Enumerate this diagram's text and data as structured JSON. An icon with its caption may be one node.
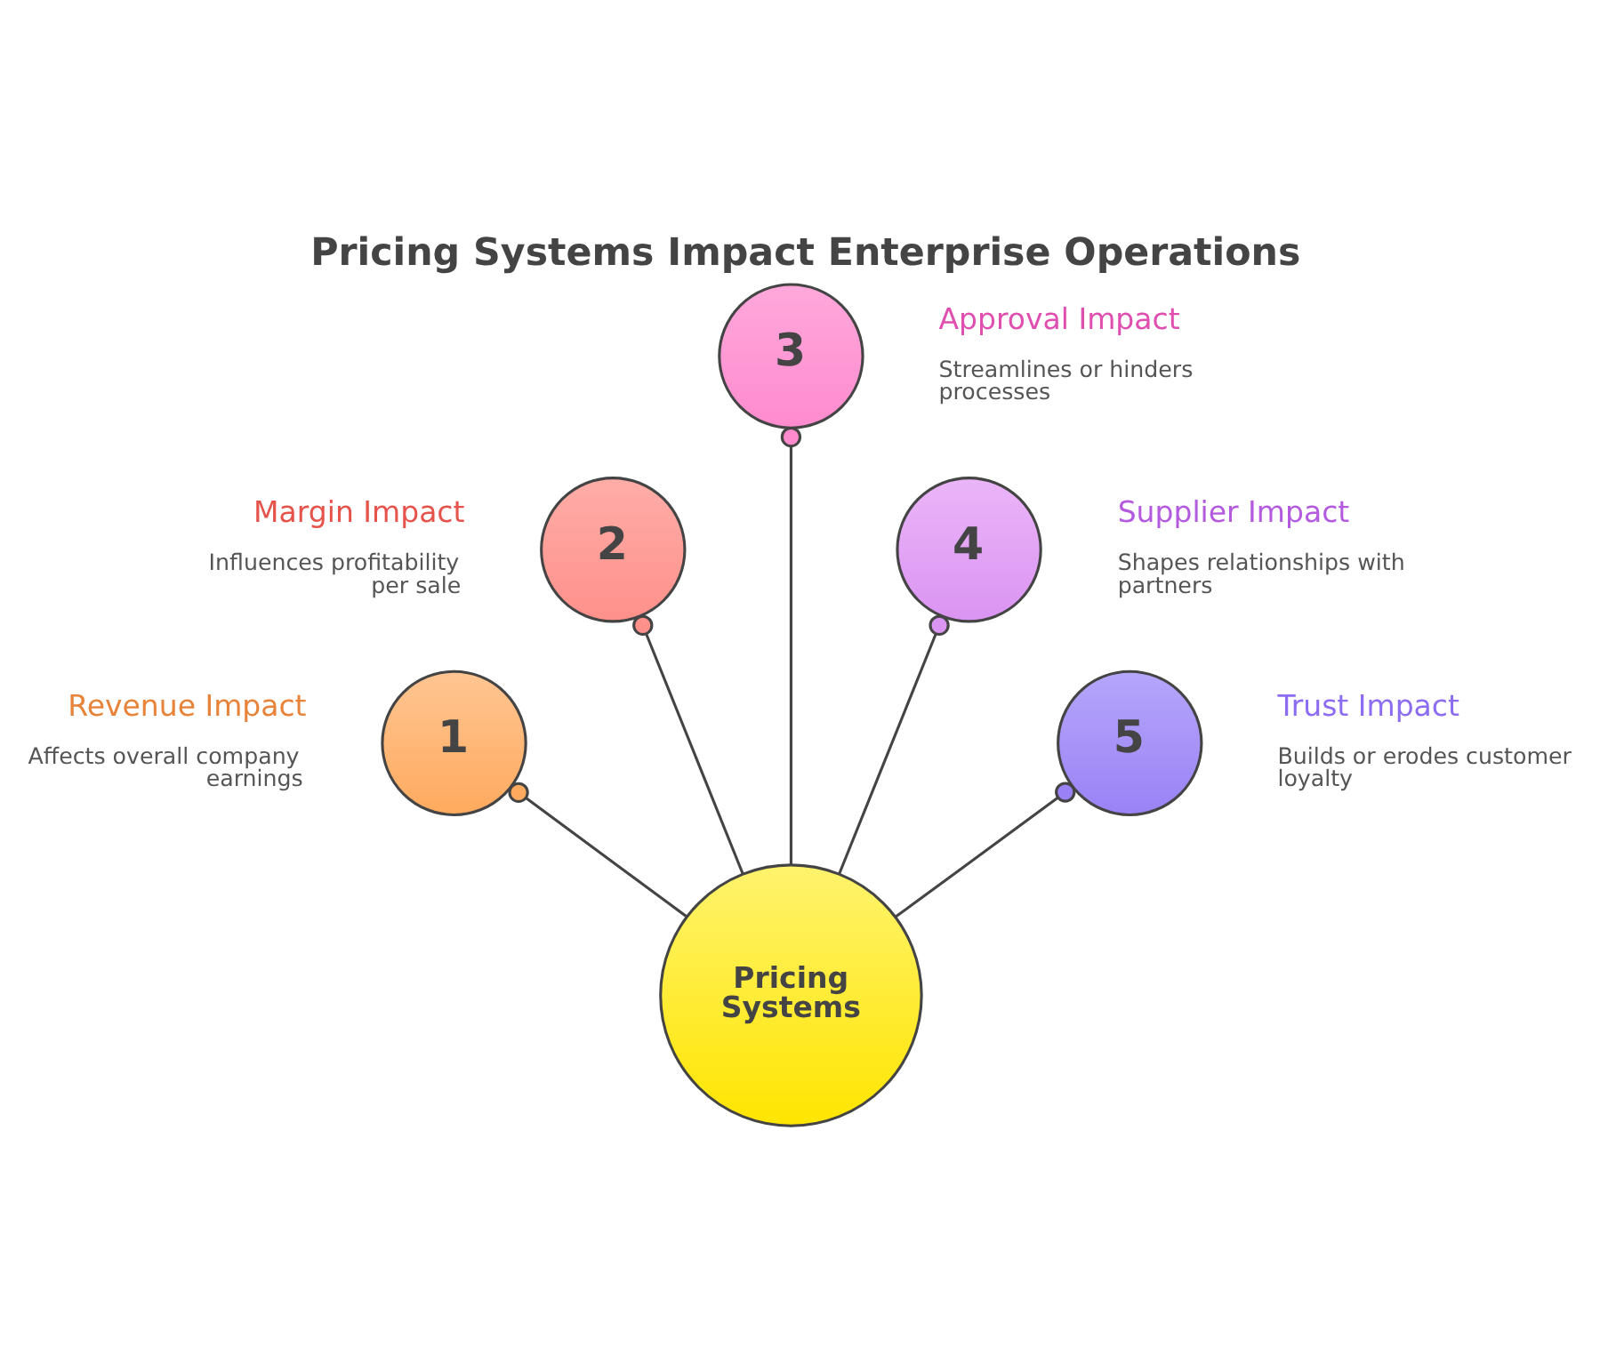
{
  "diagram": {
    "title": "Pricing Systems Impact Enterprise Operations",
    "nodes": [
      {
        "text": [
          "1"
        ],
        "beside": [
          "Revenue Impact",
          "Affects overall company earnings"
        ]
      },
      {
        "text": [
          "2"
        ],
        "beside": [
          "Margin Impact",
          "Influences profitability per sale"
        ]
      },
      {
        "text": [
          "3"
        ],
        "beside": [
          "Approval Impact",
          "Streamlines or hinders processes"
        ]
      },
      {
        "text": [
          "4"
        ],
        "beside": [
          "Supplier Impact",
          "Shapes relationships with partners"
        ]
      },
      {
        "text": [
          "5"
        ],
        "beside": [
          "Trust Impact",
          "Builds or erodes customer loyalty"
        ]
      },
      {
        "text": [
          "Pricing Systems"
        ]
      }
    ],
    "edges": [
      {
        "from": 5,
        "to": 0,
        "arrow": "other"
      },
      {
        "from": 5,
        "to": 1,
        "arrow": "other"
      },
      {
        "from": 5,
        "to": 2,
        "arrow": "other"
      },
      {
        "from": 5,
        "to": 3,
        "arrow": "other"
      },
      {
        "from": 5,
        "to": 4,
        "arrow": "other"
      }
    ]
  }
}
